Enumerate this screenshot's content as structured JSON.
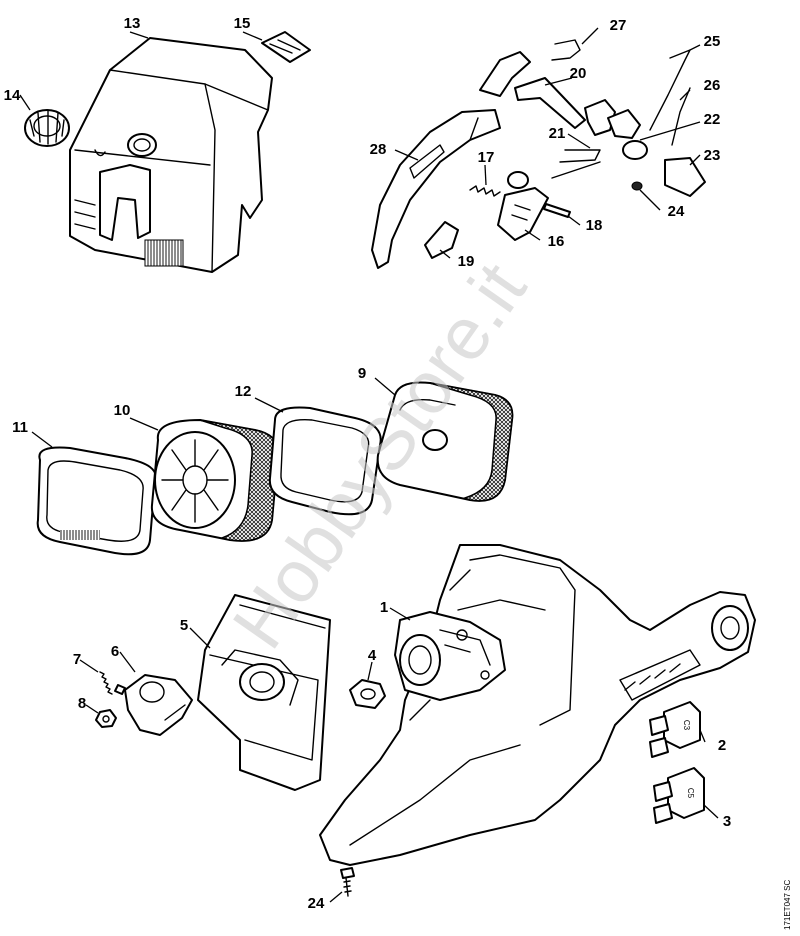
{
  "watermark": "HobbyStore.it",
  "drawing_code": "171ET047 SC",
  "callouts": [
    {
      "id": "1",
      "text": "1"
    },
    {
      "id": "2",
      "text": "2"
    },
    {
      "id": "3",
      "text": "3"
    },
    {
      "id": "4",
      "text": "4"
    },
    {
      "id": "5",
      "text": "5"
    },
    {
      "id": "6",
      "text": "6"
    },
    {
      "id": "7",
      "text": "7"
    },
    {
      "id": "8",
      "text": "8"
    },
    {
      "id": "9",
      "text": "9"
    },
    {
      "id": "10",
      "text": "10"
    },
    {
      "id": "11",
      "text": "11"
    },
    {
      "id": "12",
      "text": "12"
    },
    {
      "id": "13",
      "text": "13"
    },
    {
      "id": "14",
      "text": "14"
    },
    {
      "id": "15",
      "text": "15"
    },
    {
      "id": "16",
      "text": "16"
    },
    {
      "id": "17",
      "text": "17"
    },
    {
      "id": "18",
      "text": "18"
    },
    {
      "id": "19",
      "text": "19"
    },
    {
      "id": "20",
      "text": "20"
    },
    {
      "id": "21",
      "text": "21"
    },
    {
      "id": "22",
      "text": "22"
    },
    {
      "id": "23",
      "text": "23"
    },
    {
      "id": "24a",
      "text": "24"
    },
    {
      "id": "24b",
      "text": "24"
    },
    {
      "id": "25",
      "text": "25"
    },
    {
      "id": "26",
      "text": "26"
    },
    {
      "id": "27",
      "text": "27"
    },
    {
      "id": "28",
      "text": "28"
    }
  ],
  "part_markings": {
    "bracket_2": "C3",
    "bracket_3": "C5"
  }
}
